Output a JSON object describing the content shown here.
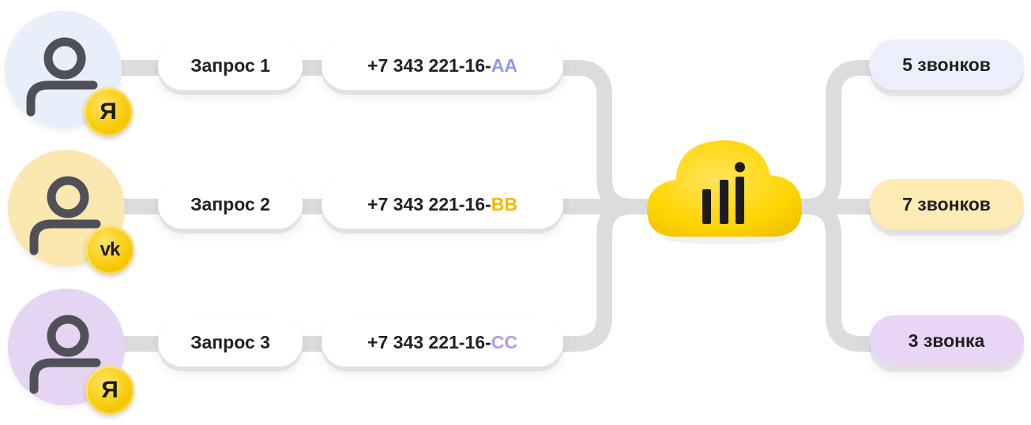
{
  "rows": [
    {
      "avatar_color": "#e9eefb",
      "badge_icon": "yandex-letter-icon",
      "badge_text": "Я",
      "request": "Запрос 1",
      "phone_prefix": "+7 343 221-16-",
      "phone_suffix": "AA",
      "suffix_color": "#8f9ae6"
    },
    {
      "avatar_color": "#fbe7b0",
      "badge_icon": "vk-logo-icon",
      "badge_text": "vk",
      "request": "Запрос 2",
      "phone_prefix": "+7 343 221-16-",
      "phone_suffix": "BB",
      "suffix_color": "#f2b800"
    },
    {
      "avatar_color": "#e6d4f3",
      "badge_icon": "yandex-letter-icon",
      "badge_text": "Я",
      "request": "Запрос 3",
      "phone_prefix": "+7 343 221-16-",
      "phone_suffix": "CC",
      "suffix_color": "#b79ae6"
    }
  ],
  "hub": {
    "icon": "analytics-cloud-icon",
    "color": "#ffd500"
  },
  "results": [
    {
      "label": "5 звонков",
      "color": "#eceffb"
    },
    {
      "label": "7 звонков",
      "color": "#fcebb4"
    },
    {
      "label": "3 звонка",
      "color": "#e8d6f4"
    }
  ],
  "connector_color": "#dcdcdf"
}
